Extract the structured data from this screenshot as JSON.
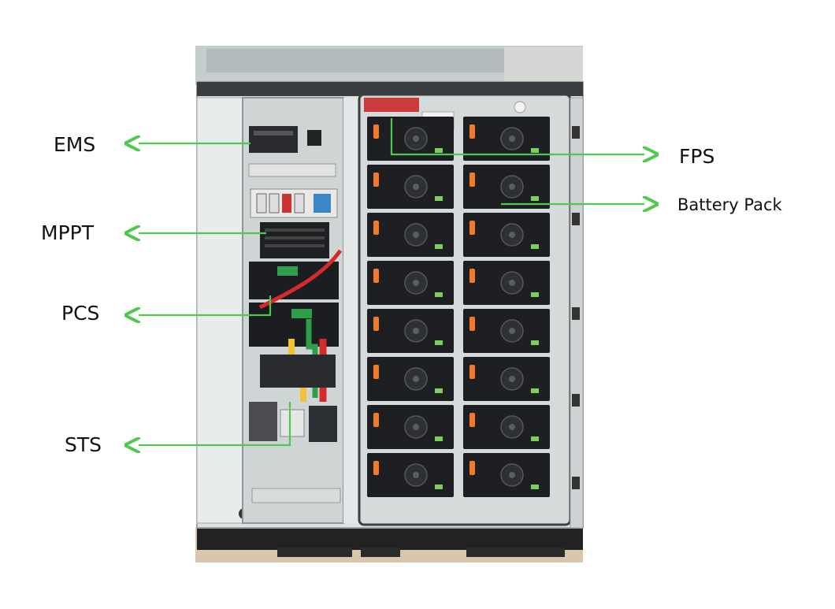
{
  "labels": {
    "ems": "EMS",
    "mppt": "MPPT",
    "pcs": "PCS",
    "sts": "STS",
    "fps": "FPS",
    "battery_pack": "Battery Pack"
  },
  "colors": {
    "arrow": "#4fc94f",
    "cabinet_frame": "#dfe2e2",
    "cabinet_inner": "#cfd4d5",
    "battery_module": "#1e1f22",
    "battery_handle": "#f07a2a",
    "cable_red": "#d42a2a",
    "cable_yellow": "#f1c232",
    "cable_green": "#2e9e4a",
    "base": "#222222",
    "ground": "#d9c7ad"
  },
  "battery": {
    "columns": 2,
    "rows_per_column": 8
  }
}
